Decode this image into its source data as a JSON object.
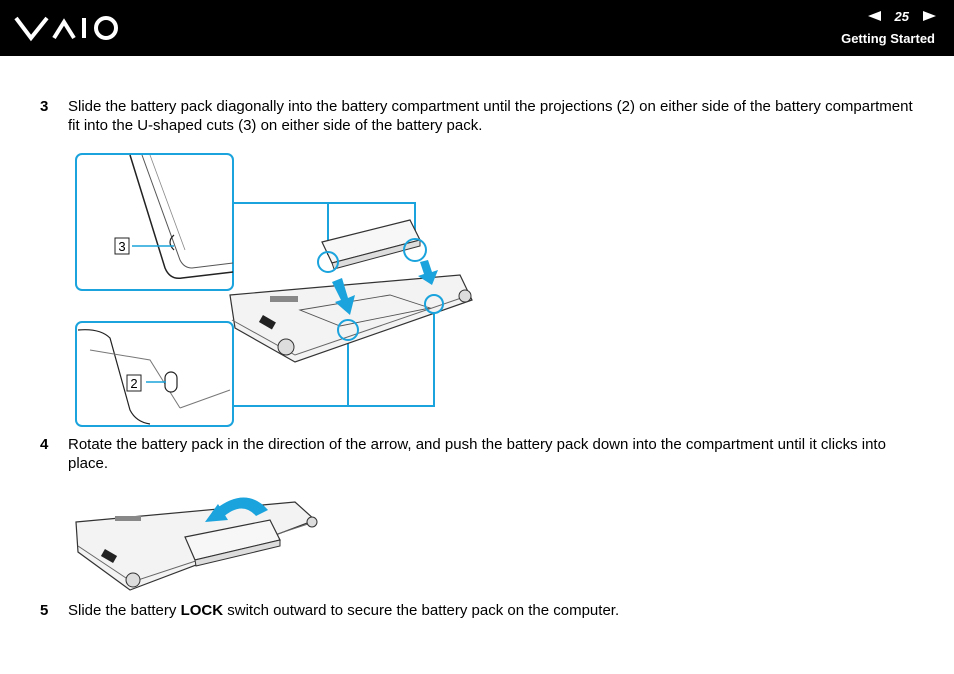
{
  "header": {
    "brand": "VAIO",
    "page_number": "25",
    "section": "Getting Started"
  },
  "steps": [
    {
      "number": "3",
      "text": "Slide the battery pack diagonally into the battery compartment until the projections (2) on either side of the battery compartment fit into the U-shaped cuts (3) on either side of the battery pack."
    },
    {
      "number": "4",
      "text": "Rotate the battery pack in the direction of the arrow, and push the battery pack down into the compartment until it clicks into place."
    },
    {
      "number": "5",
      "text_before": "Slide the battery ",
      "bold": "LOCK",
      "text_after": " switch outward to secure the battery pack on the computer."
    }
  ],
  "figure1": {
    "callout_top": "3",
    "callout_bottom": "2",
    "accent_color": "#1aa3dc"
  }
}
